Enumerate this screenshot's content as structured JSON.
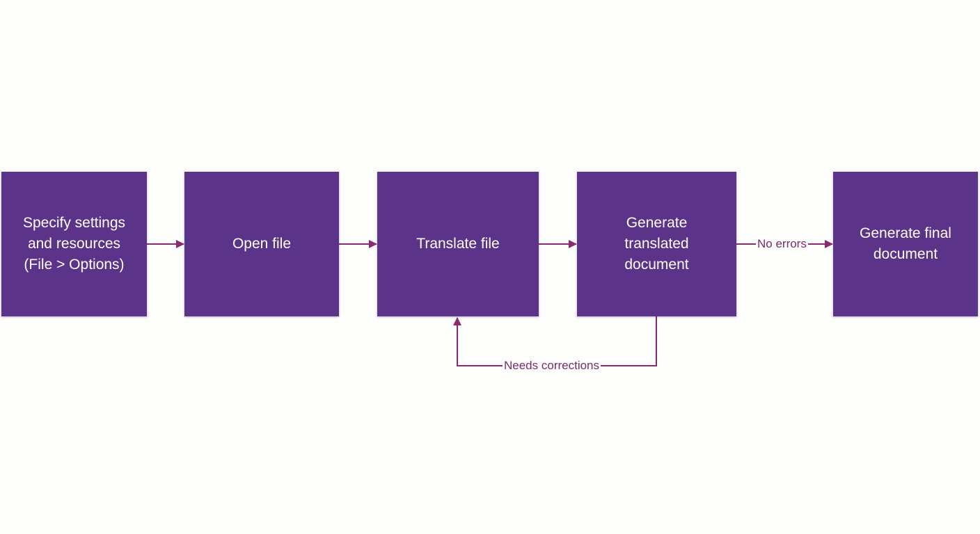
{
  "colors": {
    "box_fill": "#5b3388",
    "box_text": "#ffffff",
    "connector": "#8b2a6e",
    "label_text": "#7a2a6e",
    "background": "#fdfdfc"
  },
  "steps": [
    {
      "label": "Specify settings\nand resources\n(File > Options)"
    },
    {
      "label": "Open file"
    },
    {
      "label": "Translate file"
    },
    {
      "label": "Generate\ntranslated\ndocument"
    },
    {
      "label": "Generate final\ndocument"
    }
  ],
  "edges": {
    "no_errors": "No errors",
    "needs_corrections": "Needs corrections"
  }
}
